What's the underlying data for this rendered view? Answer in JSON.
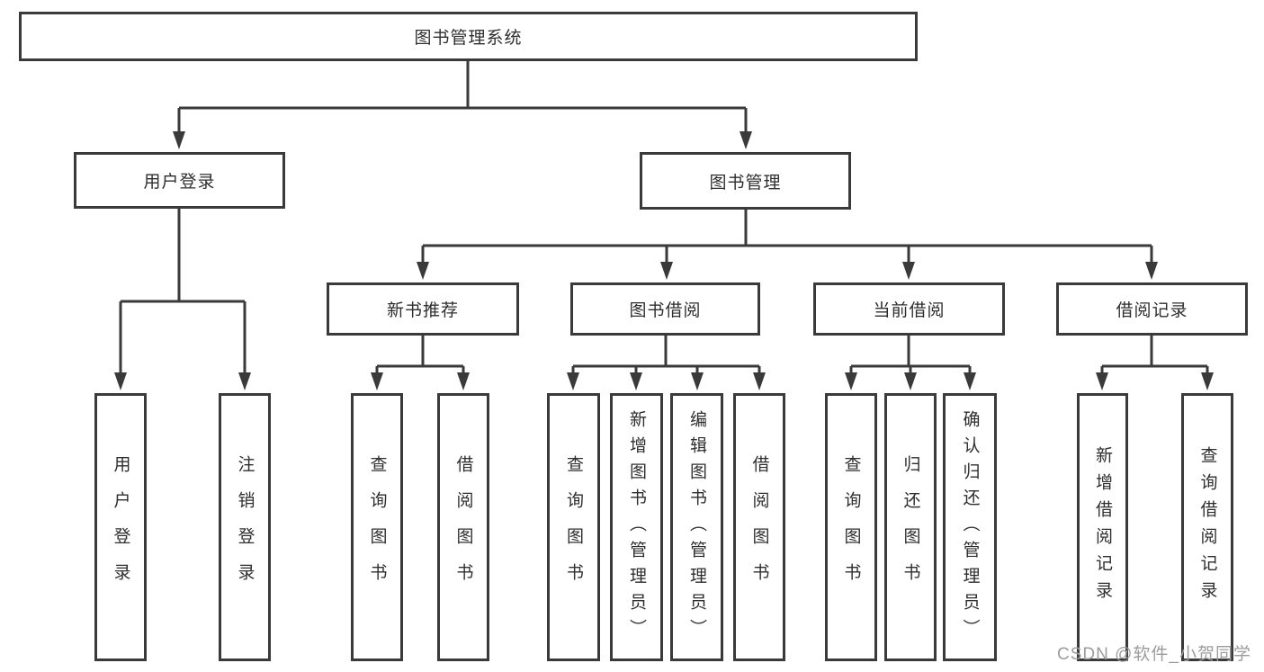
{
  "diagram": {
    "type": "tree",
    "title": "图书管理系统",
    "branches": [
      {
        "label": "用户登录",
        "children": [
          {
            "label": "用户登录"
          },
          {
            "label": "注销登录"
          }
        ]
      },
      {
        "label": "图书管理",
        "children": [
          {
            "label": "新书推荐",
            "children": [
              {
                "label": "查询图书"
              },
              {
                "label": "借阅图书"
              }
            ]
          },
          {
            "label": "图书借阅",
            "children": [
              {
                "label": "查询图书"
              },
              {
                "label": "新增图书（管理员）"
              },
              {
                "label": "编辑图书（管理员）"
              },
              {
                "label": "借阅图书"
              }
            ]
          },
          {
            "label": "当前借阅",
            "children": [
              {
                "label": "查询图书"
              },
              {
                "label": "归还图书"
              },
              {
                "label": "确认归还（管理员）"
              }
            ]
          },
          {
            "label": "借阅记录",
            "children": [
              {
                "label": "新增借阅记录"
              },
              {
                "label": "查询借阅记录"
              }
            ]
          }
        ]
      }
    ],
    "colors": {
      "line": "#3a3a3a",
      "box_border": "#3a3a3a",
      "text": "#2e2e2e",
      "background": "#ffffff",
      "watermark": "#9c9c9c"
    }
  },
  "watermark": {
    "text": "CSDN @软件_小贺同学"
  }
}
